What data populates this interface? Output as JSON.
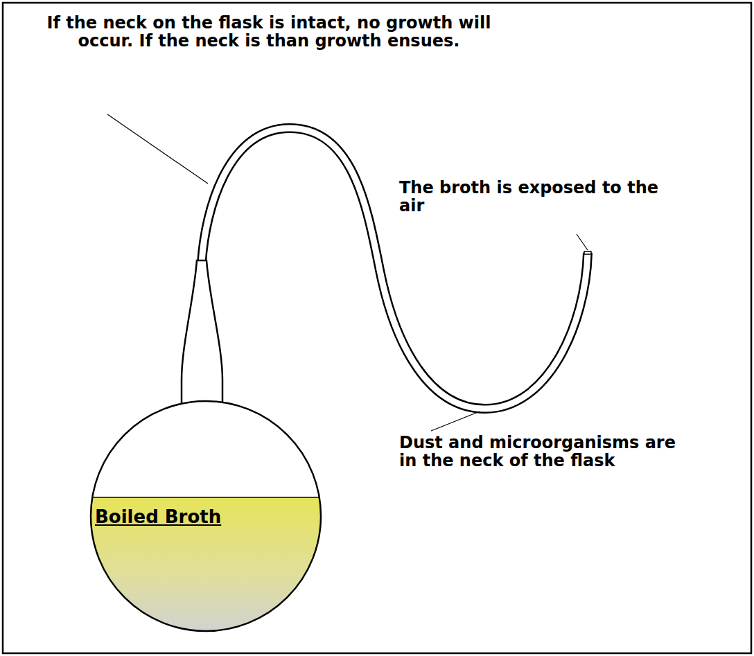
{
  "diagram": {
    "nodes": [
      {
        "text": [
          "Boiled Broth"
        ]
      }
    ],
    "labels": [
      "If the neck on the flask is intact, no growth will occur. If the neck is than growth ensues.",
      "The broth is exposed to the air",
      "Dust and microorganisms are in the neck of the flask"
    ]
  }
}
